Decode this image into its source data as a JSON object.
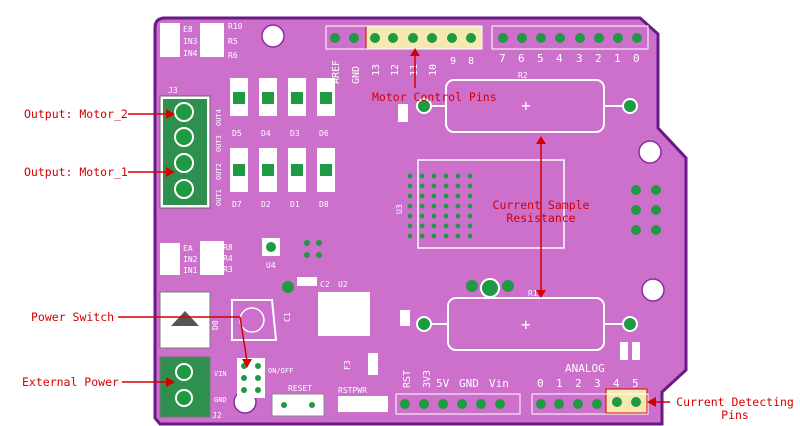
{
  "callouts": {
    "motor_control_pins": "Motor Control Pins",
    "output_motor_2": "Output: Motor_2",
    "output_motor_1": "Output: Motor_1",
    "current_sample_line1": "Current Sample",
    "current_sample_line2": "Resistance",
    "power_switch": "Power Switch",
    "external_power": "External Power",
    "current_detecting_line1": "Current Detecting",
    "current_detecting_line2": "Pins"
  },
  "silkscreen": {
    "top_header_left": [
      "AREF",
      "GND",
      "13",
      "12",
      "11",
      "10",
      "9",
      "8"
    ],
    "top_header_right": [
      "7",
      "6",
      "5",
      "4",
      "3",
      "2",
      "1",
      "0"
    ],
    "bottom_power": [
      "RST",
      "3V3",
      "5V",
      "GND",
      "Vin"
    ],
    "analog_title": "ANALOG",
    "analog_pins": [
      "0",
      "1",
      "2",
      "3",
      "4",
      "5"
    ],
    "top_left_labels": [
      "E8",
      "IN3",
      "IN4"
    ],
    "top_left_refs": [
      "R10",
      "R5",
      "R6"
    ],
    "mid_left_labels": [
      "EA",
      "IN2",
      "IN1"
    ],
    "mid_left_refs": [
      "R8",
      "R4",
      "R3"
    ],
    "diode_top": [
      "D5",
      "D4",
      "D3",
      "D6"
    ],
    "diode_bottom": [
      "D7",
      "D2",
      "D1",
      "D8"
    ],
    "terminal_labels": [
      "OUT4",
      "OUT3",
      "OUT2",
      "OUT1"
    ],
    "j3": "J3",
    "r2": "R2",
    "r1": "R1",
    "u3": "U3",
    "u4": "U4",
    "u2": "U2",
    "c2": "C2",
    "c1": "C1",
    "d0": "D0",
    "on_off": "ON/OFF",
    "reset": "RESET",
    "vin": "VIN",
    "gnd_small": "GND",
    "j2": "J2",
    "f3": "F3",
    "rst_pwr": "RSTPWR"
  },
  "colors": {
    "board": "#cc70cc",
    "board_edge": "#6a1a86",
    "pad": "#1f9a42",
    "silk": "#ffffff",
    "callout": "#d40000",
    "highlight": "#f5e8b0"
  }
}
